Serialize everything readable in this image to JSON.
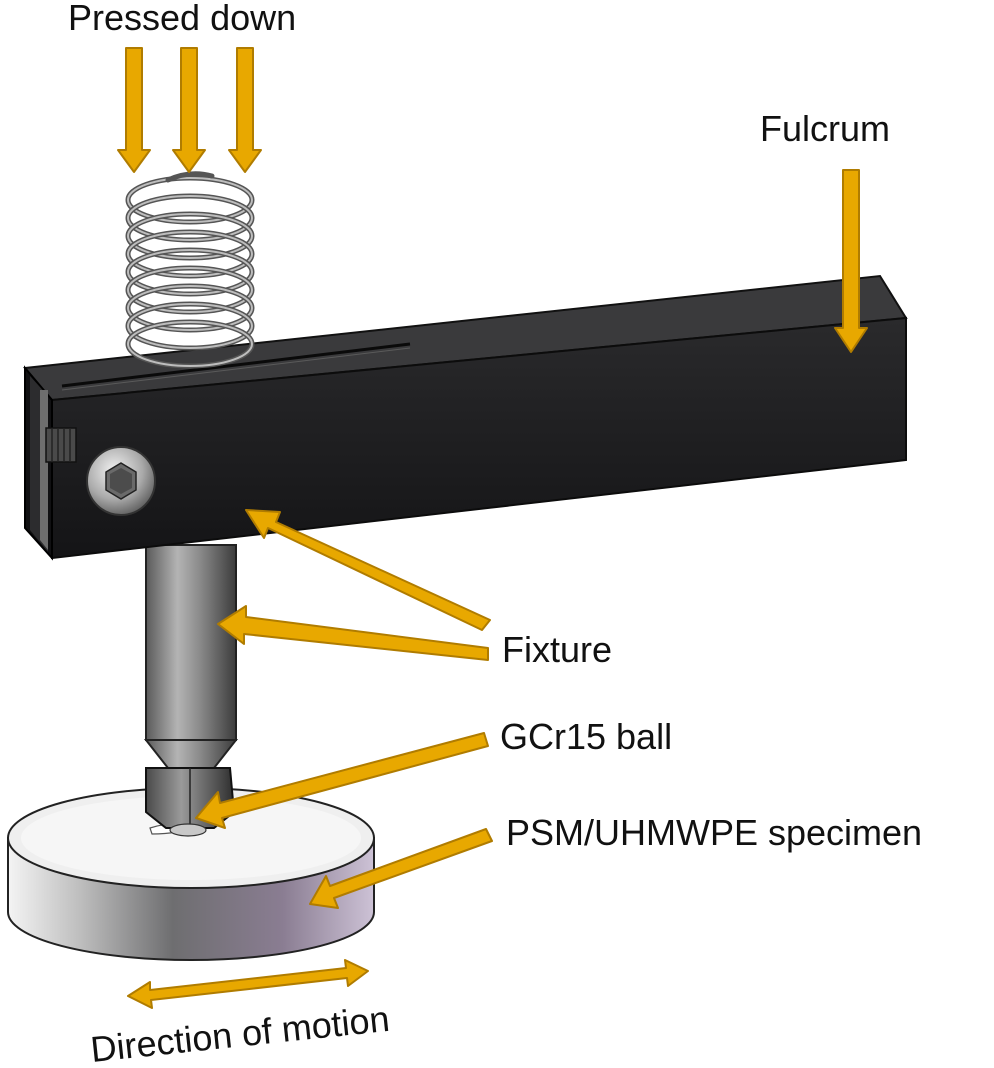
{
  "labels": {
    "pressed_down": "Pressed down",
    "fulcrum": "Fulcrum",
    "fixture": "Fixture",
    "ball": "GCr15 ball",
    "specimen": "PSM/UHMWPE specimen",
    "motion": "Direction of motion"
  },
  "colors": {
    "arrow_fill": "#e8a800",
    "arrow_stroke": "#b07c00",
    "beam": "#1e1e20",
    "label_text": "#111111"
  },
  "icons": {
    "spring": "coil-spring",
    "bolt": "hex-socket-bolt"
  }
}
